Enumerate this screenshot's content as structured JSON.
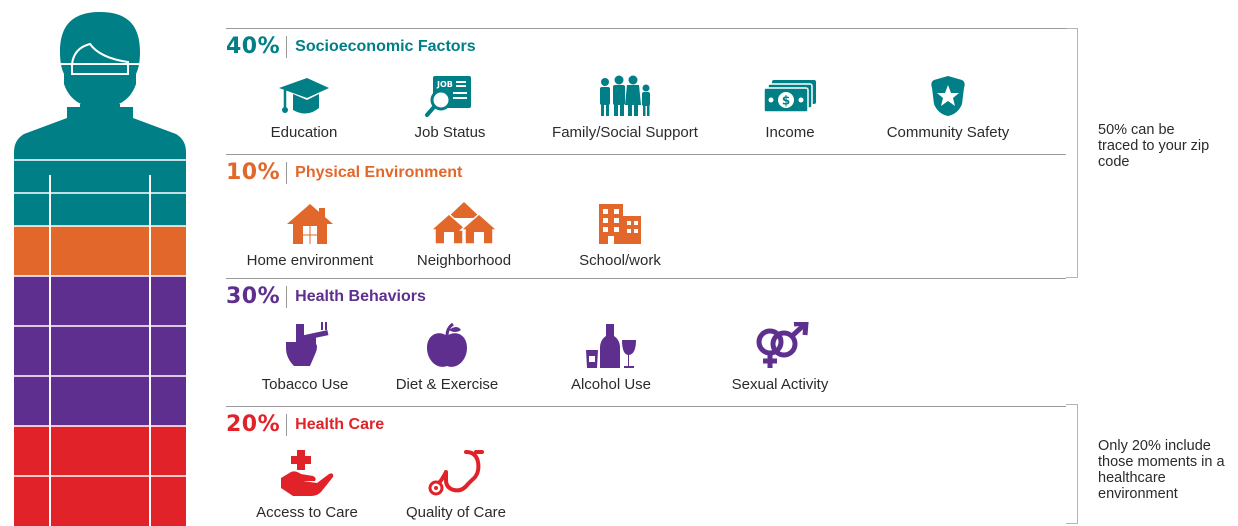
{
  "colors": {
    "socioeconomic": "#007f86",
    "physical": "#e2672a",
    "behaviors": "#5e2f8e",
    "care": "#e12329"
  },
  "sections": [
    {
      "percent": "40%",
      "title": "Socioeconomic Factors",
      "items": [
        {
          "label": "Education",
          "icon": "graduation-cap-icon"
        },
        {
          "label": "Job Status",
          "icon": "job-search-icon"
        },
        {
          "label": "Family/Social Support",
          "icon": "family-icon"
        },
        {
          "label": "Income",
          "icon": "money-icon"
        },
        {
          "label": "Community Safety",
          "icon": "police-badge-icon"
        }
      ]
    },
    {
      "percent": "10%",
      "title": "Physical Environment",
      "items": [
        {
          "label": "Home environment",
          "icon": "house-icon"
        },
        {
          "label": "Neighborhood",
          "icon": "neighborhood-icon"
        },
        {
          "label": "School/work",
          "icon": "building-icon"
        }
      ]
    },
    {
      "percent": "30%",
      "title": "Health Behaviors",
      "items": [
        {
          "label": "Tobacco Use",
          "icon": "cigarette-hand-icon"
        },
        {
          "label": "Diet & Exercise",
          "icon": "apple-icon"
        },
        {
          "label": "Alcohol Use",
          "icon": "alcohol-icon"
        },
        {
          "label": "Sexual Activity",
          "icon": "gender-symbols-icon"
        }
      ]
    },
    {
      "percent": "20%",
      "title": "Health Care",
      "items": [
        {
          "label": "Access to Care",
          "icon": "hand-cross-icon"
        },
        {
          "label": "Quality of Care",
          "icon": "stethoscope-icon"
        }
      ]
    }
  ],
  "notes": {
    "zip_code": "50% can be traced to your zip code",
    "healthcare": "Only 20% include those moments in a healthcare environment"
  }
}
